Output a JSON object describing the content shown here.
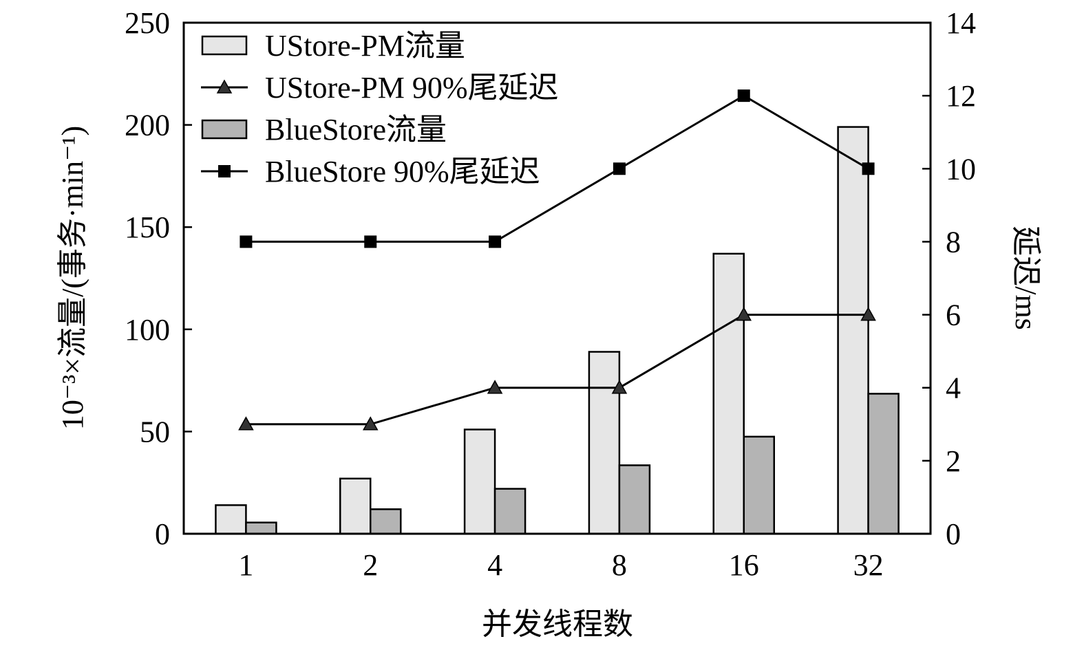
{
  "chart_data": {
    "type": "bar",
    "categories": [
      "1",
      "2",
      "4",
      "8",
      "16",
      "32"
    ],
    "xlabel": "并发线程数",
    "ylabel_left": "10⁻³×流量/(事务·min⁻¹)",
    "ylabel_right": "延迟/ms",
    "ylim_left": [
      0,
      250
    ],
    "ylim_right": [
      0,
      14
    ],
    "yticks_left": [
      "0",
      "50",
      "100",
      "150",
      "200",
      "250"
    ],
    "yticks_right": [
      "0",
      "2",
      "4",
      "6",
      "8",
      "10",
      "12",
      "14"
    ],
    "legend_position": "top-left",
    "bar_series": [
      {
        "name": "UStore-PM流量",
        "color": "#e6e6e6",
        "values": [
          14,
          27,
          51,
          89,
          137,
          199
        ]
      },
      {
        "name": "BlueStore流量",
        "color": "#b4b4b4",
        "values": [
          5.5,
          12,
          22,
          33.5,
          47.5,
          68.5
        ]
      }
    ],
    "line_series": [
      {
        "name": "UStore-PM 90%尾延迟",
        "marker": "triangle",
        "color": "#333333",
        "axis": "right",
        "values": [
          3,
          3,
          4,
          4,
          6,
          6
        ]
      },
      {
        "name": "BlueStore 90%尾延迟",
        "marker": "square",
        "color": "#000000",
        "axis": "right",
        "values": [
          8,
          8,
          8,
          10,
          12,
          10
        ]
      }
    ]
  }
}
